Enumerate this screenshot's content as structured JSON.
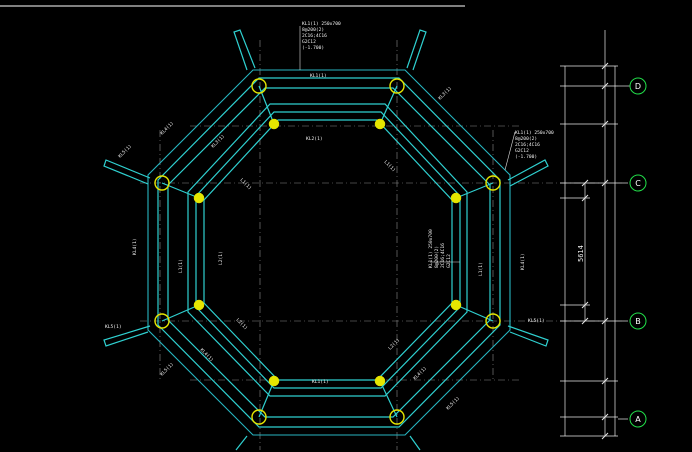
{
  "axes": [
    {
      "id": "axis-d",
      "label": "D"
    },
    {
      "id": "axis-c",
      "label": "C"
    },
    {
      "id": "axis-b",
      "label": "B"
    },
    {
      "id": "axis-a",
      "label": "A"
    }
  ],
  "dimensions": {
    "center_span": "5614"
  },
  "annotations": {
    "top_note": [
      "KL1(1) 250x700",
      "8@200(2)",
      "2C16;4C16",
      "G2C12",
      "(-1.700)"
    ],
    "right_note": [
      "KL1(1) 250x700",
      "8@200(2)",
      "2C16;4C16",
      "G2C12",
      "(-1.700)"
    ],
    "center_note": [
      "KL1(1) 250x700",
      "8@200(2)",
      "2C16;4C16",
      "G2C12"
    ],
    "beam_labels": [
      "KL1(1)",
      "KL2(1)",
      "KL3(1)",
      "KL4(1)",
      "L1(1)",
      "L2(1)",
      "KL5(1)"
    ]
  }
}
